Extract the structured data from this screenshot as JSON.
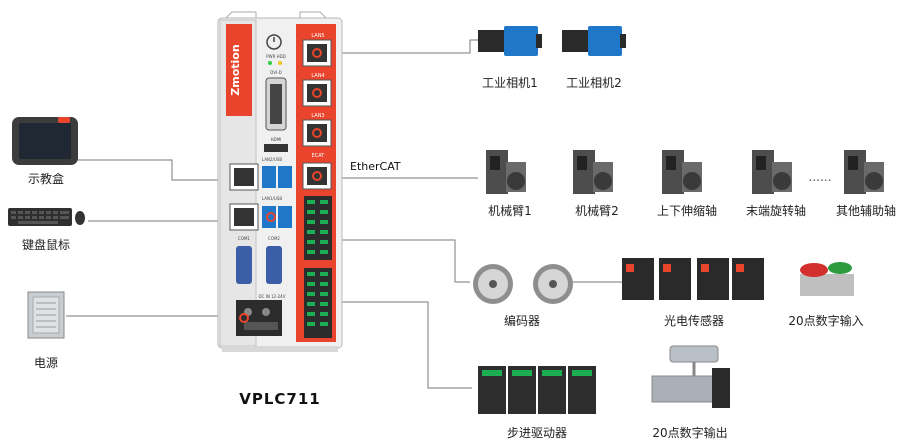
{
  "device": {
    "brand": "Zmotion",
    "model": "VPLC711",
    "ports": {
      "lan5": "LAN5",
      "lan4": "LAN4",
      "lan3": "LAN3",
      "ecat": "ECAT",
      "hdmi": "HDMI",
      "dvi": "DVI-D",
      "pwr_hdd": "PWR HDD",
      "lan2_usb": "LAN2/USB",
      "lan1_usb": "LAN1/USB",
      "com1": "COM1",
      "com2": "COM2",
      "dc": "DC IN 12-24V"
    }
  },
  "bus": {
    "ethercat": "EtherCAT"
  },
  "left": {
    "pendant": "示教盒",
    "keyboard_mouse": "键盘鼠标",
    "power": "电源"
  },
  "cameras": [
    "工业相机1",
    "工业相机2"
  ],
  "axes": [
    "机械臂1",
    "机械臂2",
    "上下伸缩轴",
    "末端旋转轴",
    "其他辅助轴"
  ],
  "axes_ellipsis": "......",
  "io": {
    "encoder": "编码器",
    "photoelectric": "光电传感器",
    "digital_in": "20点数字输入",
    "stepper": "步进驱动器",
    "digital_out": "20点数字输出"
  },
  "colors": {
    "accent": "#e8452c",
    "line": "#7a7a7a",
    "camera_blue": "#1f77c9"
  }
}
